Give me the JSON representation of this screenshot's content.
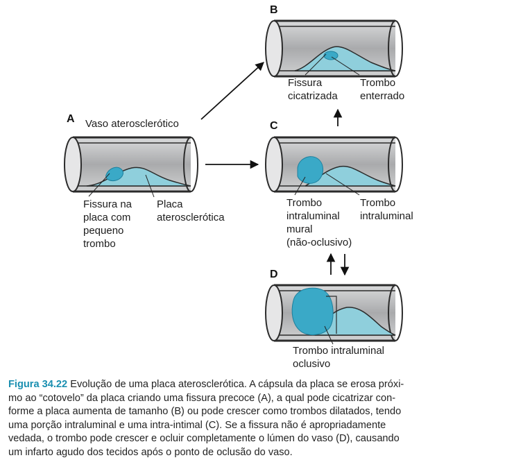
{
  "colors": {
    "vessel_outline": "#2b2b2b",
    "vessel_fill": "#c9cacc",
    "lumen_gray": "#9a9b9d",
    "plaque_fill": "#8fcfdc",
    "thrombus_fill": "#3aa9c7",
    "thrombus_dark": "#1d7f9c",
    "caption_accent": "#1a8fb0"
  },
  "panels": {
    "A": {
      "letter": "A",
      "title": "Vaso aterosclerótico",
      "label_left": [
        "Fissura na",
        "placa com",
        "pequeno",
        "trombo"
      ],
      "label_right": [
        "Placa",
        "aterosclerótica"
      ]
    },
    "B": {
      "letter": "B",
      "label_left": [
        "Fissura",
        "cicatrizada"
      ],
      "label_right": [
        "Trombo",
        "enterrado"
      ]
    },
    "C": {
      "letter": "C",
      "label_left": [
        "Trombo",
        "intraluminal",
        "mural",
        "(não-oclusivo)"
      ],
      "label_right": [
        "Trombo",
        "intraluminal"
      ]
    },
    "D": {
      "letter": "D",
      "label": [
        "Trombo intraluminal",
        "oclusivo"
      ]
    }
  },
  "caption": {
    "figure_number": "Figura 34.22",
    "lines": [
      "Evolução de uma placa aterosclerótica. A cápsula da placa se erosa próxi-",
      "mo ao “cotovelo” da placa criando uma fissura precoce (A), a qual pode cicatrizar con-",
      "forme a placa aumenta de tamanho (B) ou pode crescer como trombos dilatados, tendo",
      "uma porção intraluminal e uma intra-intimal (C). Se a fissura não é apropriadamente",
      "vedada, o trombo pode crescer e ocluir completamente o lúmen do vaso (D), causando",
      "um infarto agudo dos tecidos após o ponto de oclusão do vaso."
    ]
  }
}
